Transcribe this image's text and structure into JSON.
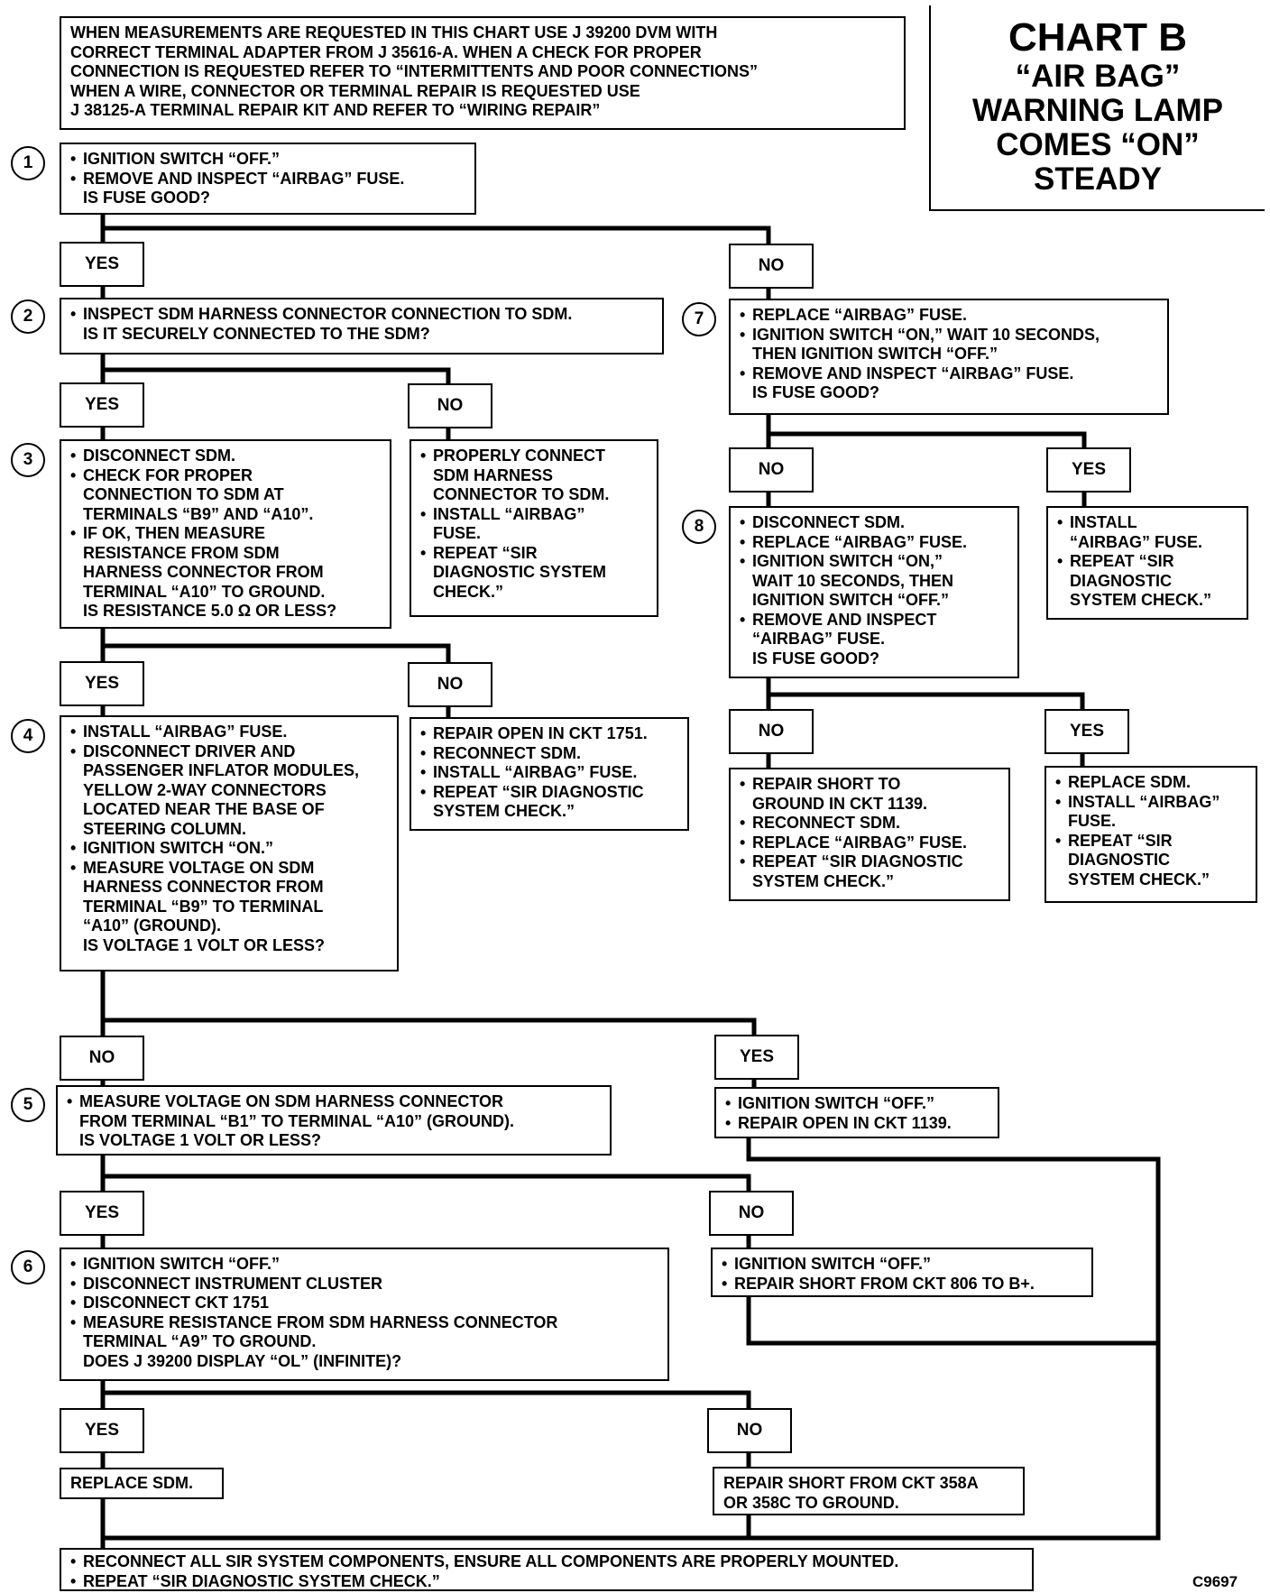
{
  "title": {
    "line1": "CHART B",
    "line2": "“AIR BAG”",
    "line3": "WARNING LAMP",
    "line4": "COMES “ON”",
    "line5": "STEADY"
  },
  "figure_id": "C9697",
  "intro": "WHEN MEASUREMENTS ARE REQUESTED IN THIS CHART USE J 39200 DVM WITH\nCORRECT TERMINAL ADAPTER FROM J 35616-A. WHEN A CHECK FOR PROPER\nCONNECTION IS REQUESTED REFER TO “INTERMITTENTS AND POOR CONNECTIONS”\nWHEN A WIRE, CONNECTOR OR TERMINAL REPAIR IS REQUESTED USE\nJ 38125-A TERMINAL REPAIR KIT AND REFER TO “WIRING REPAIR”",
  "steps": {
    "s1": {
      "num": "1",
      "items": [
        "IGNITION SWITCH “OFF.”",
        "REMOVE AND INSPECT “AIRBAG” FUSE.\nIS FUSE GOOD?"
      ]
    },
    "s2": {
      "num": "2",
      "items": [
        "INSPECT SDM HARNESS CONNECTOR CONNECTION TO SDM.\nIS IT SECURELY CONNECTED TO THE SDM?"
      ]
    },
    "s3": {
      "num": "3",
      "items": [
        "DISCONNECT SDM.",
        "CHECK FOR PROPER\nCONNECTION TO SDM AT\nTERMINALS “B9” AND “A10”.",
        "IF OK, THEN MEASURE\nRESISTANCE FROM SDM\nHARNESS CONNECTOR FROM\nTERMINAL “A10” TO GROUND.\nIS RESISTANCE 5.0 Ω OR LESS?"
      ]
    },
    "s4": {
      "num": "4",
      "items": [
        "INSTALL “AIRBAG” FUSE.",
        "DISCONNECT DRIVER AND\nPASSENGER INFLATOR MODULES,\nYELLOW 2-WAY CONNECTORS\nLOCATED NEAR THE BASE OF\nSTEERING COLUMN.",
        "IGNITION SWITCH “ON.”",
        "MEASURE VOLTAGE ON SDM\nHARNESS CONNECTOR FROM\nTERMINAL “B9” TO TERMINAL\n“A10” (GROUND).\nIS VOLTAGE 1 VOLT OR LESS?"
      ]
    },
    "s5": {
      "num": "5",
      "items": [
        "MEASURE VOLTAGE ON SDM HARNESS CONNECTOR\nFROM TERMINAL “B1” TO TERMINAL “A10” (GROUND).\nIS VOLTAGE 1 VOLT OR LESS?"
      ]
    },
    "s6": {
      "num": "6",
      "items": [
        "IGNITION SWITCH “OFF.”",
        "DISCONNECT INSTRUMENT CLUSTER",
        "DISCONNECT CKT 1751",
        "MEASURE RESISTANCE FROM SDM HARNESS CONNECTOR\nTERMINAL “A9” TO GROUND.\nDOES J 39200 DISPLAY “OL” (INFINITE)?"
      ]
    },
    "s7": {
      "num": "7",
      "items": [
        "REPLACE “AIRBAG” FUSE.",
        "IGNITION SWITCH “ON,” WAIT 10 SECONDS,\nTHEN IGNITION SWITCH “OFF.”",
        "REMOVE AND INSPECT “AIRBAG” FUSE.\nIS FUSE GOOD?"
      ]
    },
    "s8": {
      "num": "8",
      "items": [
        "DISCONNECT SDM.",
        "REPLACE “AIRBAG” FUSE.",
        "IGNITION SWITCH “ON,”\nWAIT 10 SECONDS, THEN\nIGNITION SWITCH “OFF.”",
        "REMOVE AND INSPECT\n“AIRBAG” FUSE.\nIS FUSE GOOD?"
      ]
    }
  },
  "actions": {
    "a2no": [
      "PROPERLY CONNECT\nSDM HARNESS\nCONNECTOR TO SDM.",
      "INSTALL “AIRBAG”\nFUSE.",
      "REPEAT “SIR\nDIAGNOSTIC SYSTEM\nCHECK.”"
    ],
    "a3no": [
      "REPAIR OPEN IN CKT 1751.",
      "RECONNECT SDM.",
      "INSTALL “AIRBAG” FUSE.",
      "REPEAT “SIR DIAGNOSTIC\nSYSTEM CHECK.”"
    ],
    "a7yes": [
      "INSTALL\n“AIRBAG” FUSE.",
      "REPEAT “SIR\nDIAGNOSTIC\nSYSTEM CHECK.”"
    ],
    "a8no": [
      "REPAIR SHORT TO\nGROUND IN CKT 1139.",
      "RECONNECT SDM.",
      "REPLACE “AIRBAG” FUSE.",
      "REPEAT “SIR DIAGNOSTIC\nSYSTEM CHECK.”"
    ],
    "a8yes": [
      "REPLACE SDM.",
      "INSTALL “AIRBAG”\nFUSE.",
      "REPEAT “SIR\nDIAGNOSTIC\nSYSTEM CHECK.”"
    ],
    "a4yes": [
      "IGNITION SWITCH “OFF.”",
      "REPAIR OPEN IN CKT 1139."
    ],
    "a5no": [
      "IGNITION SWITCH “OFF.”",
      "REPAIR SHORT FROM CKT 806 TO B+."
    ],
    "a6yes": "REPLACE SDM.",
    "a6no": "REPAIR SHORT FROM CKT 358A\nOR 358C TO GROUND.",
    "final": [
      "RECONNECT ALL SIR SYSTEM COMPONENTS, ENSURE ALL COMPONENTS ARE PROPERLY MOUNTED.",
      "REPEAT “SIR DIAGNOSTIC SYSTEM CHECK.”"
    ]
  },
  "answers": {
    "yes": "YES",
    "no": "NO"
  }
}
